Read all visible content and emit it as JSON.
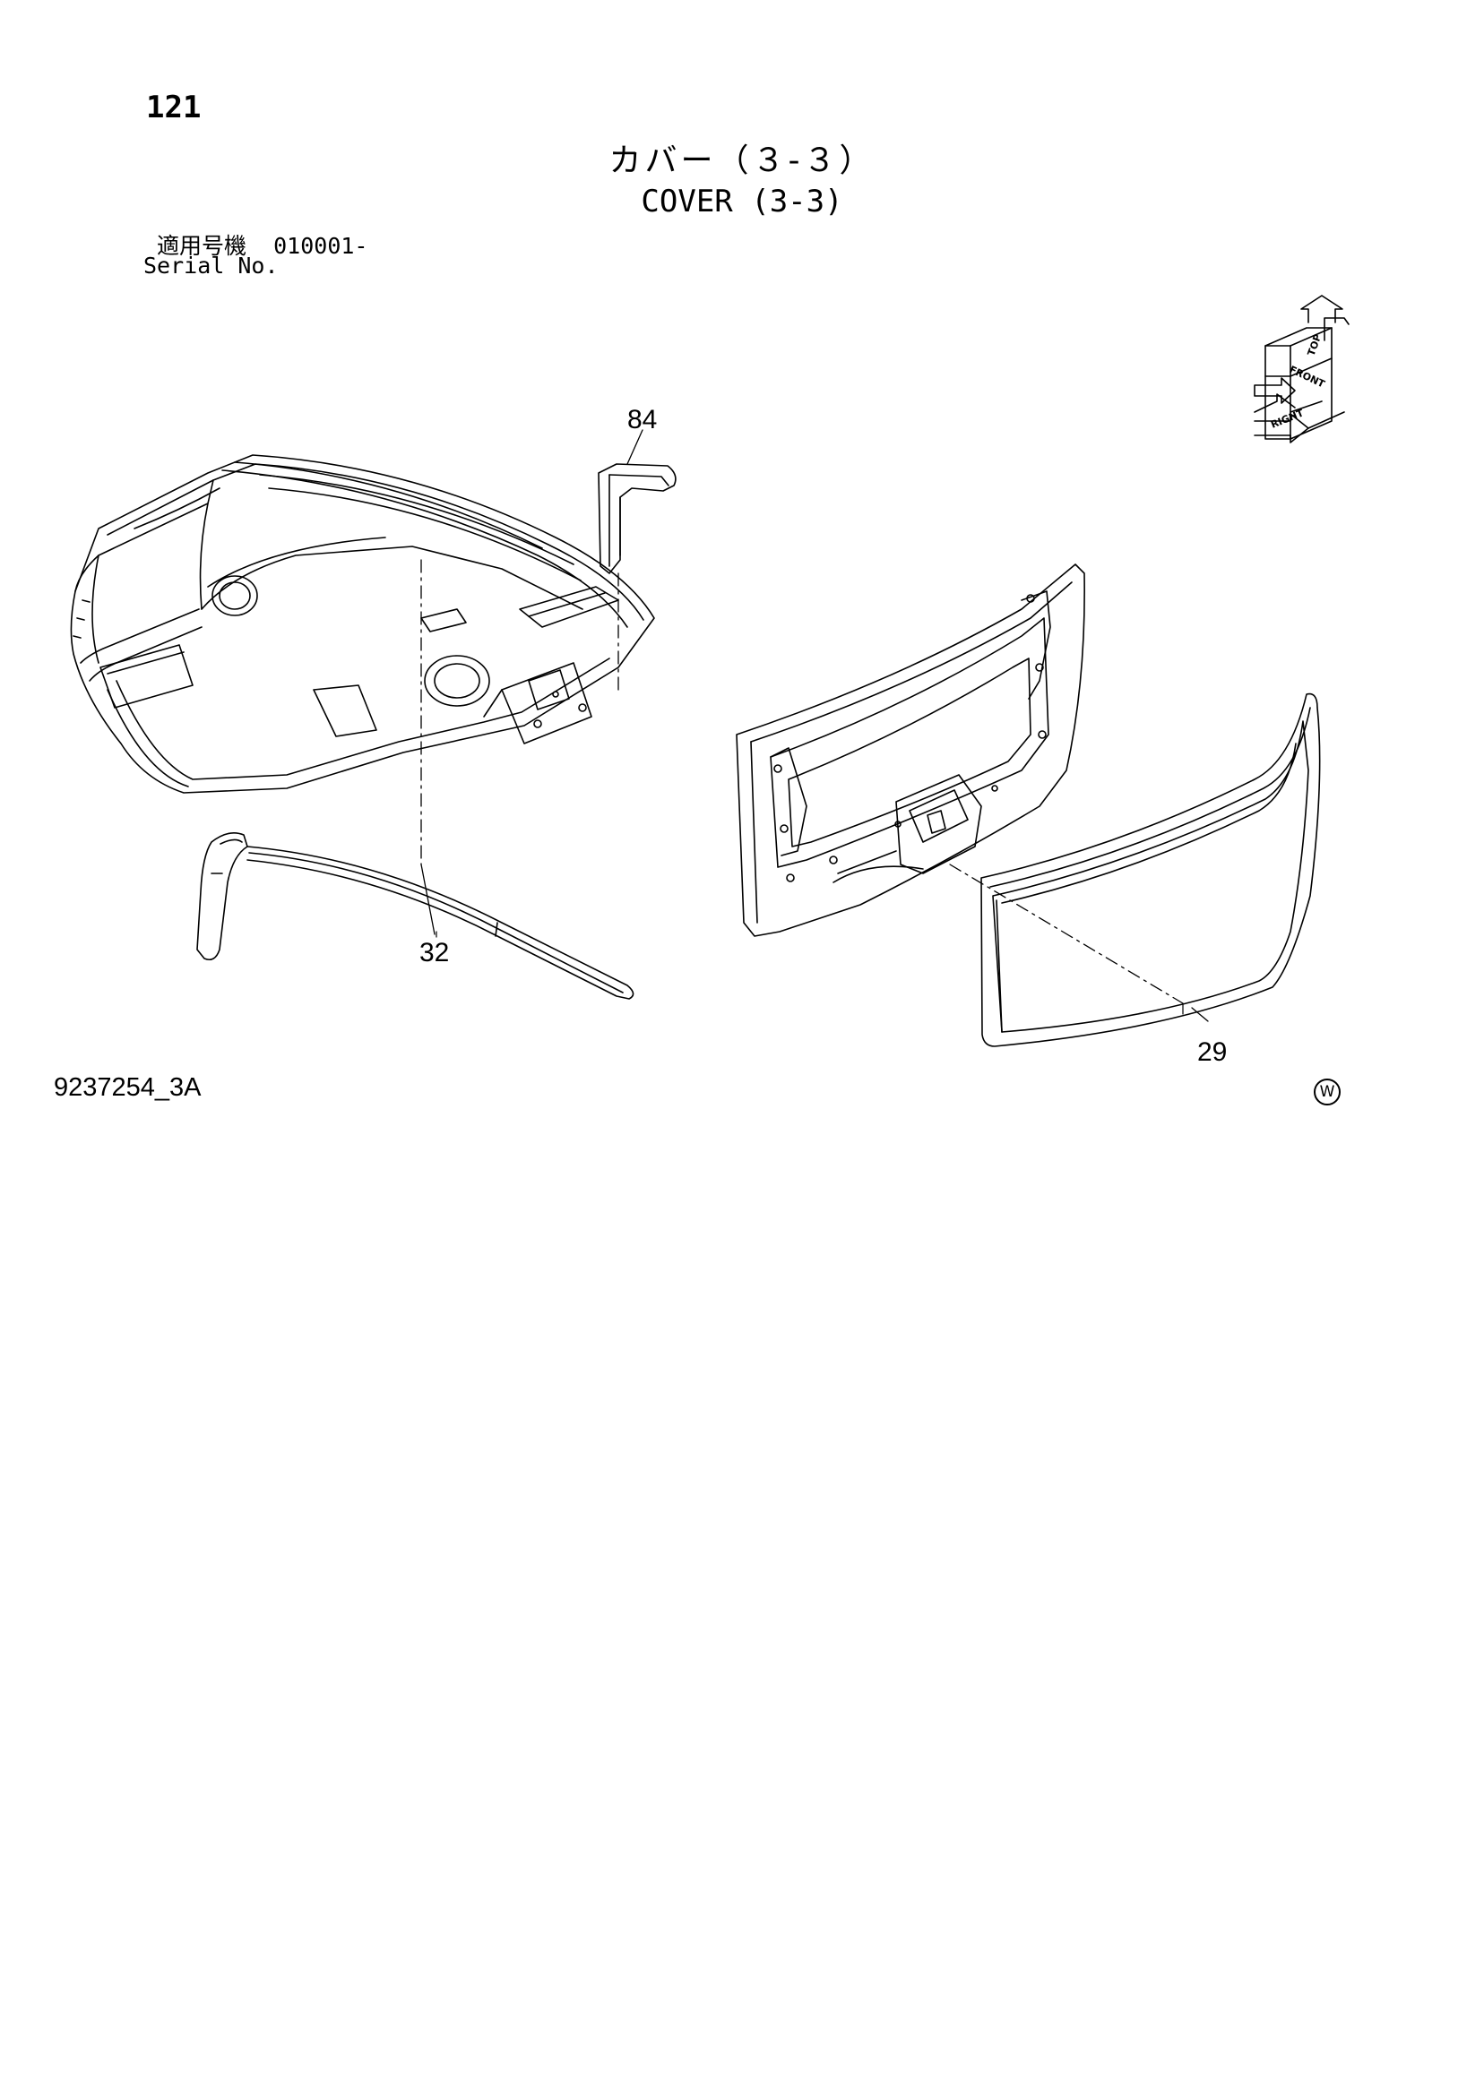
{
  "header": {
    "page_number": "121",
    "title_jp": "カバー（３-３）",
    "title_en": "COVER (3-3)",
    "serial_label_jp": "適用号機",
    "serial_value": "010001-",
    "serial_label_en": "Serial No."
  },
  "callouts": {
    "part_84": "84",
    "part_32": "32",
    "part_29": "29"
  },
  "orientation": {
    "top": "TOP",
    "front": "FRONT",
    "right": "RIGHT"
  },
  "footer": {
    "drawing_number": "9237254_3A",
    "mark": "W"
  }
}
